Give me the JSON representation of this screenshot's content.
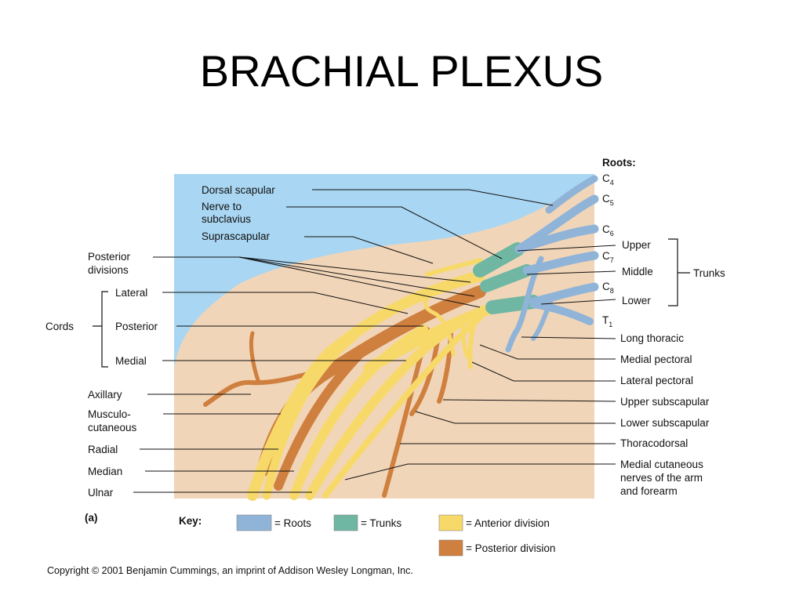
{
  "title": "BRACHIAL PLEXUS",
  "colors": {
    "sky": "#a9d6f2",
    "body": "#f1d5b8",
    "roots": "#8fb4d8",
    "trunks": "#6fb7a2",
    "anterior": "#f7d96a",
    "posterior": "#cf7f3e"
  },
  "labels": {
    "roots_heading": "Roots:",
    "c4": "C",
    "c4_sub": "4",
    "c5": "C",
    "c5_sub": "5",
    "c6": "C",
    "c6_sub": "6",
    "c7": "C",
    "c7_sub": "7",
    "c8": "C",
    "c8_sub": "8",
    "t1": "T",
    "t1_sub": "1",
    "upper": "Upper",
    "middle": "Middle",
    "lower": "Lower",
    "trunks": "Trunks",
    "dorsal_scapular": "Dorsal scapular",
    "nerve_to_1": "Nerve to",
    "nerve_to_2": "subclavius",
    "suprascapular": "Suprascapular",
    "posterior_div_1": "Posterior",
    "posterior_div_2": "divisions",
    "lateral": "Lateral",
    "cords": "Cords",
    "posterior": "Posterior",
    "medial": "Medial",
    "axillary": "Axillary",
    "musculo_1": "Musculo-",
    "musculo_2": "cutaneous",
    "radial": "Radial",
    "median": "Median",
    "ulnar": "Ulnar",
    "long_thoracic": "Long thoracic",
    "medial_pectoral": "Medial pectoral",
    "lateral_pectoral": "Lateral pectoral",
    "upper_subscapular": "Upper subscapular",
    "lower_subscapular": "Lower subscapular",
    "thoracodorsal": "Thoracodorsal",
    "medial_cut_1": "Medial cutaneous",
    "medial_cut_2": "nerves of the arm",
    "medial_cut_3": "and forearm",
    "panel": "(a)"
  },
  "key": {
    "heading": "Key:",
    "roots": "= Roots",
    "trunks": "= Trunks",
    "anterior": "= Anterior division",
    "posterior": "= Posterior division"
  },
  "copyright": "Copyright © 2001 Benjamin Cummings, an imprint of Addison Wesley Longman, Inc."
}
